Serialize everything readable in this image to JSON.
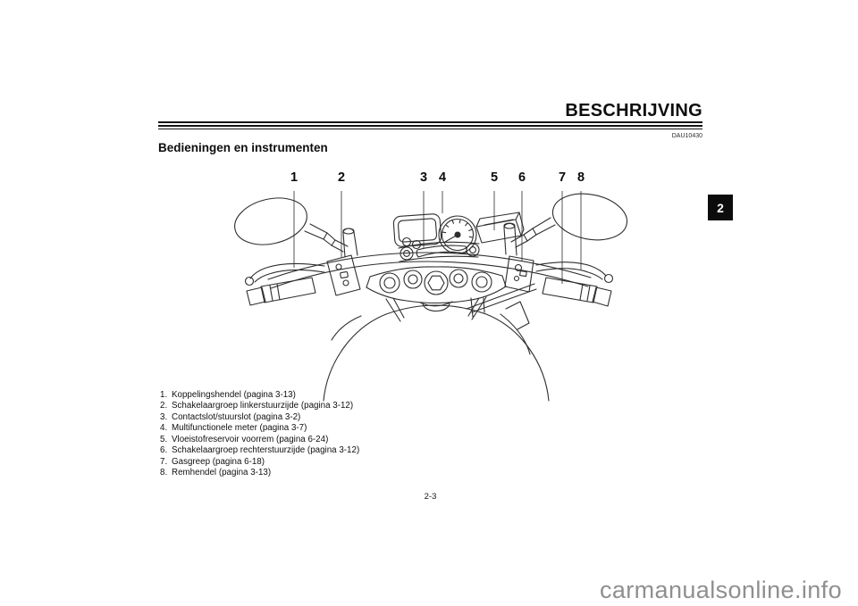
{
  "header": {
    "title": "BESCHRIJVING",
    "doc_code": "DAU10430",
    "section_title": "Bedieningen en instrumenten"
  },
  "figure": {
    "callouts": [
      "1",
      "2",
      "3",
      "4",
      "5",
      "6",
      "7",
      "8"
    ]
  },
  "legend": {
    "items": [
      {
        "num": "1.",
        "label": "Koppelingshendel (pagina 3-13)"
      },
      {
        "num": "2.",
        "label": "Schakelaargroep linkerstuurzijde (pagina 3-12)"
      },
      {
        "num": "3.",
        "label": "Contactslot/stuurslot (pagina 3-2)"
      },
      {
        "num": "4.",
        "label": "Multifunctionele meter (pagina 3-7)"
      },
      {
        "num": "5.",
        "label": "Vloeistofreservoir voorrem (pagina 6-24)"
      },
      {
        "num": "6.",
        "label": "Schakelaargroep rechterstuurzijde (pagina 3-12)"
      },
      {
        "num": "7.",
        "label": "Gasgreep (pagina 6-18)"
      },
      {
        "num": "8.",
        "label": "Remhendel (pagina 3-13)"
      }
    ]
  },
  "footer": {
    "page_number": "2-3",
    "chapter_tab": "2",
    "watermark": "carmanualsonline.info"
  },
  "colors": {
    "text": "#111111",
    "rule": "#121212",
    "leader_line": "#9b9b9b",
    "drawing_stroke": "#2e2e2e",
    "tab_bg": "#0c0c0c",
    "tab_text": "#ffffff",
    "watermark": "#8f8f8f"
  }
}
